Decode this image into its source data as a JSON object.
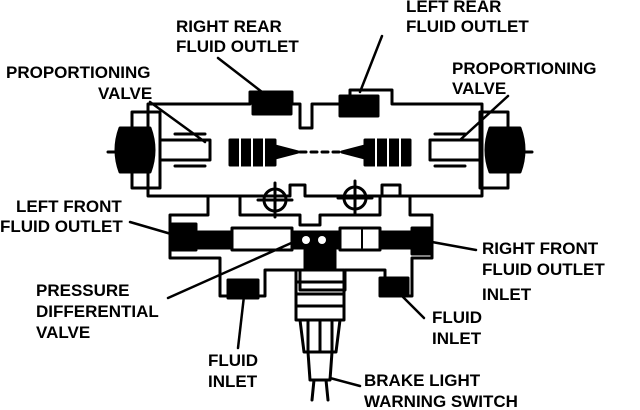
{
  "labels": {
    "right_rear": [
      "RIGHT REAR",
      "FLUID OUTLET"
    ],
    "left_rear": [
      "LEFT REAR",
      "FLUID OUTLET"
    ],
    "proportioning_left": [
      "PROPORTIONING",
      "VALVE"
    ],
    "proportioning_right": [
      "PROPORTIONING",
      "VALVE"
    ],
    "left_front": [
      "LEFT FRONT",
      "FLUID OUTLET"
    ],
    "right_front": [
      "RIGHT FRONT",
      "FLUID OUTLET"
    ],
    "inlet": "INLET",
    "pressure_differential": [
      "PRESSURE",
      "DIFFERENTIAL",
      "VALVE"
    ],
    "fluid_inlet_right": [
      "FLUID",
      "INLET"
    ],
    "fluid_inlet_bottom": [
      "FLUID",
      "INLET"
    ],
    "brake_switch": [
      "BRAKE LIGHT",
      "WARNING SWITCH"
    ]
  },
  "colors": {
    "ink": "#000000",
    "paper": "#ffffff"
  }
}
